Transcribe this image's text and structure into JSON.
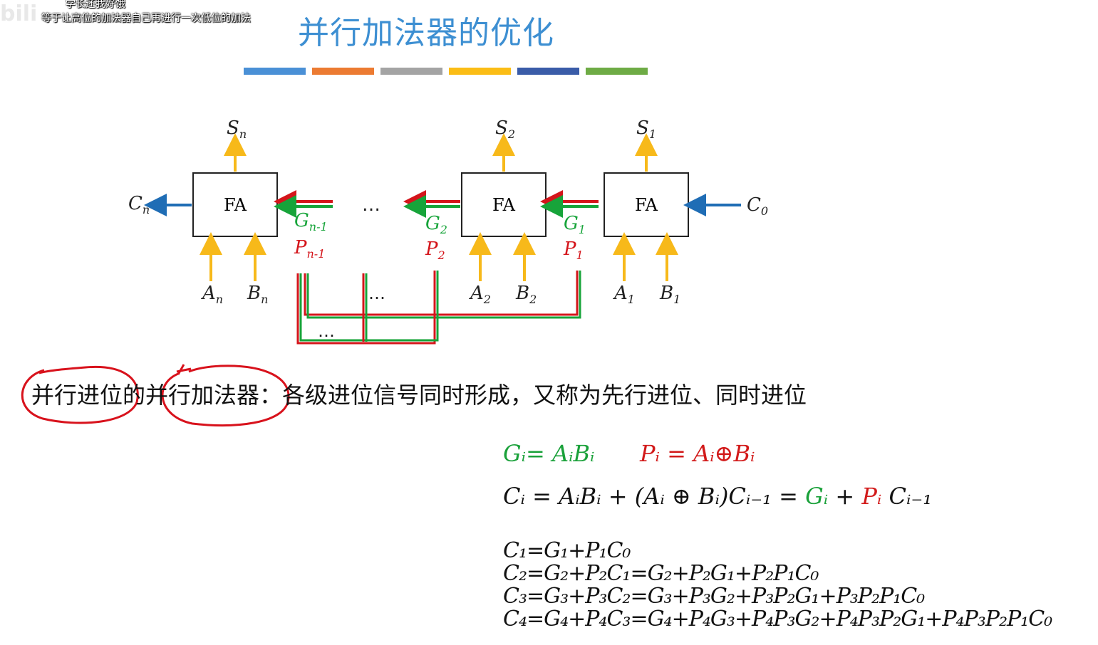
{
  "overlay": {
    "logo": "bili",
    "danmaku": [
      "学长还我好饿",
      "等于让高位的加法器自己再进行一次低位的加法"
    ]
  },
  "title": "并行加法器的优化",
  "color_bar": [
    "#4a90d6",
    "#ec7b32",
    "#a4a4a4",
    "#fbbd16",
    "#3a5ca8",
    "#6eab45"
  ],
  "diagram": {
    "fa_label": "FA",
    "ellipsis": "…",
    "dots": "…",
    "sum_labels": [
      "S",
      "n",
      "S",
      "2",
      "S",
      "1"
    ],
    "carry_labels": [
      "C",
      "n",
      "C",
      "0"
    ],
    "input_labels": [
      "A",
      "n",
      "B",
      "n",
      "A",
      "2",
      "B",
      "2",
      "A",
      "1",
      "B",
      "1"
    ],
    "g_labels": [
      "G",
      "n-1",
      "G",
      "2",
      "G",
      "1"
    ],
    "p_labels": [
      "P",
      "n-1",
      "P",
      "2",
      "P",
      "1"
    ],
    "colors": {
      "sum_arrow": "#f7b91a",
      "carry_arrow": "#1f6db5",
      "green": "#17a43a",
      "red": "#d4151b"
    }
  },
  "definition": {
    "term1": "并行进位",
    "mid": "的",
    "term2": "并行加法器",
    "rest": "：各级进位信号同时形成，又称为先行进位、同时进位"
  },
  "formulas": {
    "g_def": "Gᵢ= AᵢBᵢ",
    "p_def": "Pᵢ = Aᵢ⊕Bᵢ",
    "c_lhs": "Cᵢ = AᵢBᵢ + (Aᵢ ⊕ Bᵢ)Cᵢ₋₁ =",
    "c_g": "Gᵢ",
    "c_plus": "+",
    "c_p": "Pᵢ",
    "c_tail": "Cᵢ₋₁"
  },
  "equations": [
    "C₁=G₁+P₁C₀",
    "C₂=G₂+P₂C₁=G₂+P₂G₁+P₂P₁C₀",
    "C₃=G₃+P₃C₂=G₃+P₃G₂+P₃P₂G₁+P₃P₂P₁C₀",
    "C₄=G₄+P₄C₃=G₄+P₄G₃+P₄P₃G₂+P₄P₃P₂G₁+P₄P₃P₂P₁C₀"
  ]
}
